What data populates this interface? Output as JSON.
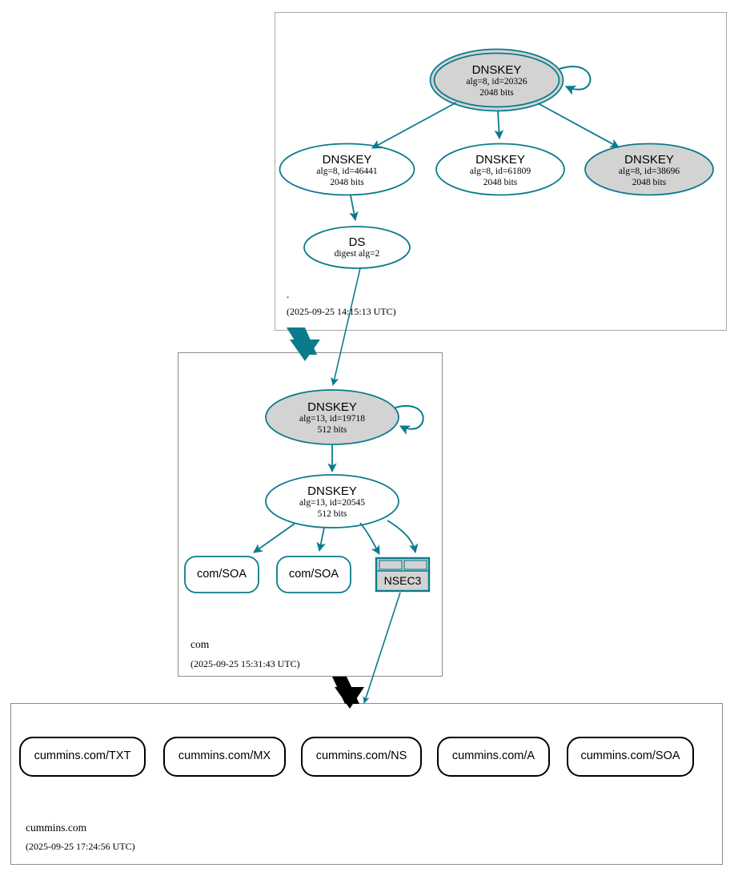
{
  "diagram": {
    "type": "dnssec-authentication-chain",
    "title": "DNSSEC authentication chain for cummins.com",
    "colors": {
      "secure_edge": "#0a7b8c",
      "insecure_edge": "#000000",
      "node_fill_shaded": "#d3d3d3",
      "node_fill_plain": "#ffffff",
      "zone_border_root": "#a8a8a8",
      "zone_border_com": "#8c8c8c",
      "zone_border_leaf": "#8c8c8c",
      "text": "#000000"
    }
  },
  "zones": [
    {
      "id": "root",
      "name": ".",
      "timestamp": "(2025-09-25 14:15:13 UTC)",
      "nodes": [
        {
          "id": "root-ksk-20326",
          "kind": "DNSKEY",
          "title": "DNSKEY",
          "params": "alg=8, id=20326",
          "size": "2048 bits",
          "shaded": true,
          "double_border": true,
          "self_signed": true
        },
        {
          "id": "root-zsk-46441",
          "kind": "DNSKEY",
          "title": "DNSKEY",
          "params": "alg=8, id=46441",
          "size": "2048 bits",
          "shaded": false,
          "double_border": false,
          "self_signed": false
        },
        {
          "id": "root-zsk-61809",
          "kind": "DNSKEY",
          "title": "DNSKEY",
          "params": "alg=8, id=61809",
          "size": "2048 bits",
          "shaded": false,
          "double_border": false,
          "self_signed": false
        },
        {
          "id": "root-zsk-38696",
          "kind": "DNSKEY",
          "title": "DNSKEY",
          "params": "alg=8, id=38696",
          "size": "2048 bits",
          "shaded": true,
          "double_border": false,
          "self_signed": false
        },
        {
          "id": "root-ds",
          "kind": "DS",
          "title": "DS",
          "params": "digest alg=2",
          "size": "",
          "shaded": false,
          "double_border": false,
          "self_signed": false
        }
      ]
    },
    {
      "id": "com",
      "name": "com",
      "timestamp": "(2025-09-25 15:31:43 UTC)",
      "nodes": [
        {
          "id": "com-ksk-19718",
          "kind": "DNSKEY",
          "title": "DNSKEY",
          "params": "alg=13, id=19718",
          "size": "512 bits",
          "shaded": true,
          "double_border": false,
          "self_signed": true
        },
        {
          "id": "com-zsk-20545",
          "kind": "DNSKEY",
          "title": "DNSKEY",
          "params": "alg=13, id=20545",
          "size": "512 bits",
          "shaded": false,
          "double_border": false,
          "self_signed": false
        },
        {
          "id": "com-soa-1",
          "kind": "RRSET",
          "title": "com/SOA",
          "params": "",
          "size": "",
          "shaded": false,
          "double_border": false,
          "self_signed": false
        },
        {
          "id": "com-soa-2",
          "kind": "RRSET",
          "title": "com/SOA",
          "params": "",
          "size": "",
          "shaded": false,
          "double_border": false,
          "self_signed": false
        },
        {
          "id": "com-nsec3",
          "kind": "NSEC3",
          "title": "NSEC3",
          "params": "",
          "size": "",
          "shaded": true,
          "double_border": false,
          "self_signed": false
        }
      ]
    },
    {
      "id": "cummins.com",
      "name": "cummins.com",
      "timestamp": "(2025-09-25 17:24:56 UTC)",
      "nodes": [
        {
          "id": "cummins-txt",
          "kind": "RRSET",
          "title": "cummins.com/TXT",
          "params": "",
          "size": "",
          "shaded": false,
          "double_border": false,
          "self_signed": false
        },
        {
          "id": "cummins-mx",
          "kind": "RRSET",
          "title": "cummins.com/MX",
          "params": "",
          "size": "",
          "shaded": false,
          "double_border": false,
          "self_signed": false
        },
        {
          "id": "cummins-ns",
          "kind": "RRSET",
          "title": "cummins.com/NS",
          "params": "",
          "size": "",
          "shaded": false,
          "double_border": false,
          "self_signed": false
        },
        {
          "id": "cummins-a",
          "kind": "RRSET",
          "title": "cummins.com/A",
          "params": "",
          "size": "",
          "shaded": false,
          "double_border": false,
          "self_signed": false
        },
        {
          "id": "cummins-soa",
          "kind": "RRSET",
          "title": "cummins.com/SOA",
          "params": "",
          "size": "",
          "shaded": false,
          "double_border": false,
          "self_signed": false
        }
      ]
    }
  ],
  "edges": [
    {
      "from": "root-ksk-20326",
      "to": "root-ksk-20326",
      "style": "self-loop",
      "secure": true
    },
    {
      "from": "root-ksk-20326",
      "to": "root-zsk-46441",
      "style": "signs",
      "secure": true
    },
    {
      "from": "root-ksk-20326",
      "to": "root-zsk-61809",
      "style": "signs",
      "secure": true
    },
    {
      "from": "root-ksk-20326",
      "to": "root-zsk-38696",
      "style": "signs",
      "secure": true
    },
    {
      "from": "root-zsk-46441",
      "to": "root-ds",
      "style": "signs",
      "secure": true
    },
    {
      "from": "root-ds",
      "to": "com-ksk-19718",
      "style": "delegation",
      "secure": true
    },
    {
      "from": "com-ksk-19718",
      "to": "com-ksk-19718",
      "style": "self-loop",
      "secure": true
    },
    {
      "from": "com-ksk-19718",
      "to": "com-zsk-20545",
      "style": "signs",
      "secure": true
    },
    {
      "from": "com-zsk-20545",
      "to": "com-soa-1",
      "style": "signs",
      "secure": true
    },
    {
      "from": "com-zsk-20545",
      "to": "com-soa-2",
      "style": "signs",
      "secure": true
    },
    {
      "from": "com-zsk-20545",
      "to": "com-nsec3",
      "style": "signs",
      "secure": true
    },
    {
      "from": "com-zsk-20545",
      "to": "com-nsec3",
      "style": "signs",
      "secure": true
    },
    {
      "from": "com-nsec3",
      "to": "cummins.com",
      "style": "delegation-insecure",
      "secure": false
    }
  ],
  "zone_transitions": [
    {
      "from": "root",
      "to": "com",
      "marker": "secure-arrow",
      "color": "#0a7b8c"
    },
    {
      "from": "com",
      "to": "cummins.com",
      "marker": "insecure-arrow",
      "color": "#000000"
    }
  ]
}
